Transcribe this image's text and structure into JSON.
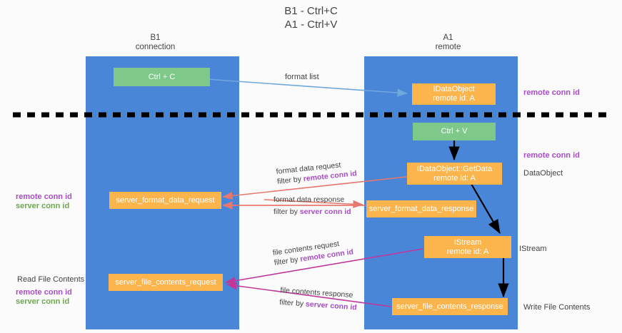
{
  "title": {
    "line1": "B1 - Ctrl+C",
    "line2": "A1 - Ctrl+V"
  },
  "columns": [
    {
      "name": "B1",
      "sub": "connection"
    },
    {
      "name": "A1",
      "sub": "remote"
    }
  ],
  "colors": {
    "lane": "#4a86d8",
    "green_box": "#7ec98a",
    "orange_box": "#fbb54c",
    "purple_text": "#a64dc4",
    "green_text": "#6aa84f",
    "dark_text": "#434343",
    "arrow_blue": "#6fa8dc",
    "arrow_red": "#e8776d",
    "arrow_magenta": "#c0379a",
    "arrow_black": "#000000",
    "divider": "#000000"
  },
  "boxes": {
    "ctrl_c": {
      "label": "Ctrl + C"
    },
    "ctrl_v": {
      "label": "Ctrl + V"
    },
    "idataobject": {
      "line1": "IDataObject",
      "line2": "remote id: A"
    },
    "getdata": {
      "line1": "IDataObject::GetData",
      "line2": "remote id: A"
    },
    "istream": {
      "line1": "IStream",
      "line2": "remote id: A"
    },
    "server_format_data_request": {
      "label": "server_format_data_request"
    },
    "server_format_data_response": {
      "label": "server_format_data_response"
    },
    "server_file_contents_request": {
      "label": "server_file_contents_request"
    },
    "server_file_contents_response": {
      "label": "server_file_contents_response"
    }
  },
  "arrow_labels": {
    "format_list": "format list",
    "format_data_request": {
      "line1": "format data request",
      "prefix": "filter by ",
      "key": "remote conn id"
    },
    "format_data_response": {
      "line1": "format data response",
      "prefix": "filter by ",
      "key": "server conn id"
    },
    "file_contents_request": {
      "line1": "file contents request",
      "prefix": "filter by ",
      "key": "remote conn id"
    },
    "file_contents_response": {
      "line1": "file contents response",
      "prefix": "filter by ",
      "key": "server conn id"
    }
  },
  "side_labels": {
    "left_mid": {
      "remote": "remote conn id",
      "server": "server conn id"
    },
    "left_bottom": {
      "heading": "Read File Contents",
      "remote": "remote conn id",
      "server": "server conn id"
    },
    "right_top": "remote conn id",
    "right_mid": "remote conn id",
    "right_dataobject": "DataObject",
    "right_istream": "IStream",
    "right_write": "Write File Contents"
  }
}
